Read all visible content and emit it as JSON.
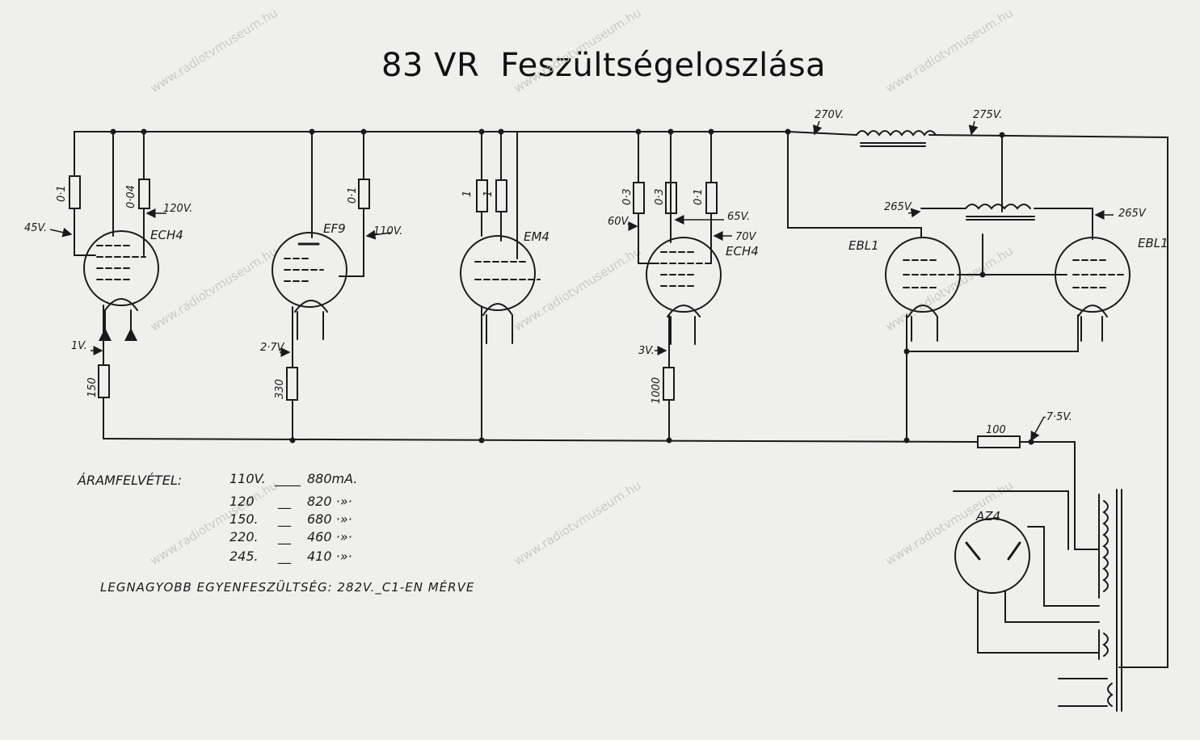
{
  "title": {
    "model": "83 VR",
    "heading": "Feszültségeloszlása"
  },
  "watermark": "www.radiotvmuseum.hu",
  "tubes": {
    "t1": "ECH4",
    "t2": "EF9",
    "t3": "EM4",
    "t4": "ECH4",
    "t5": "EBL1",
    "t6": "EBL1",
    "rect": "AZ4"
  },
  "voltages": {
    "v45": "45V.",
    "v120": "120V.",
    "v1": "1V.",
    "v110": "110V.",
    "v27": "2·7V.",
    "v60": "60V.",
    "v65": "65V.",
    "v70": "70V",
    "v3": "3V.",
    "v270": "270V.",
    "v275": "275V.",
    "v265a": "265V.",
    "v265b": "265V",
    "vneg75": "-7·5V."
  },
  "resistors": {
    "r01a": "0·1",
    "r004": "0·04",
    "r150": "150",
    "r01b": "0·1",
    "r330": "330",
    "r1a": "1",
    "r1b": "1",
    "r03a": "0·3",
    "r03b": "0·3",
    "r01c": "0·1",
    "r1000": "1000",
    "r100": "100"
  },
  "current_table": {
    "label": "ÁRAMFELVÉTEL:",
    "rows": [
      {
        "v": "110V.",
        "dash": "____",
        "i": "880mA."
      },
      {
        "v": "120",
        "dash": "__",
        "i": "820 ·»·"
      },
      {
        "v": "150.",
        "dash": "__",
        "i": "680 ·»·"
      },
      {
        "v": "220.",
        "dash": "__",
        "i": "460 ·»·"
      },
      {
        "v": "245.",
        "dash": "__",
        "i": "410 ·»·"
      }
    ]
  },
  "note": "LEGNAGYOBB EGYENFESZÜLTSÉG: 282V._C1-EN MÉRVE",
  "colors": {
    "paper": "#efefed",
    "ink": "#1a1a1a",
    "watermark": "#c9c9c6"
  }
}
